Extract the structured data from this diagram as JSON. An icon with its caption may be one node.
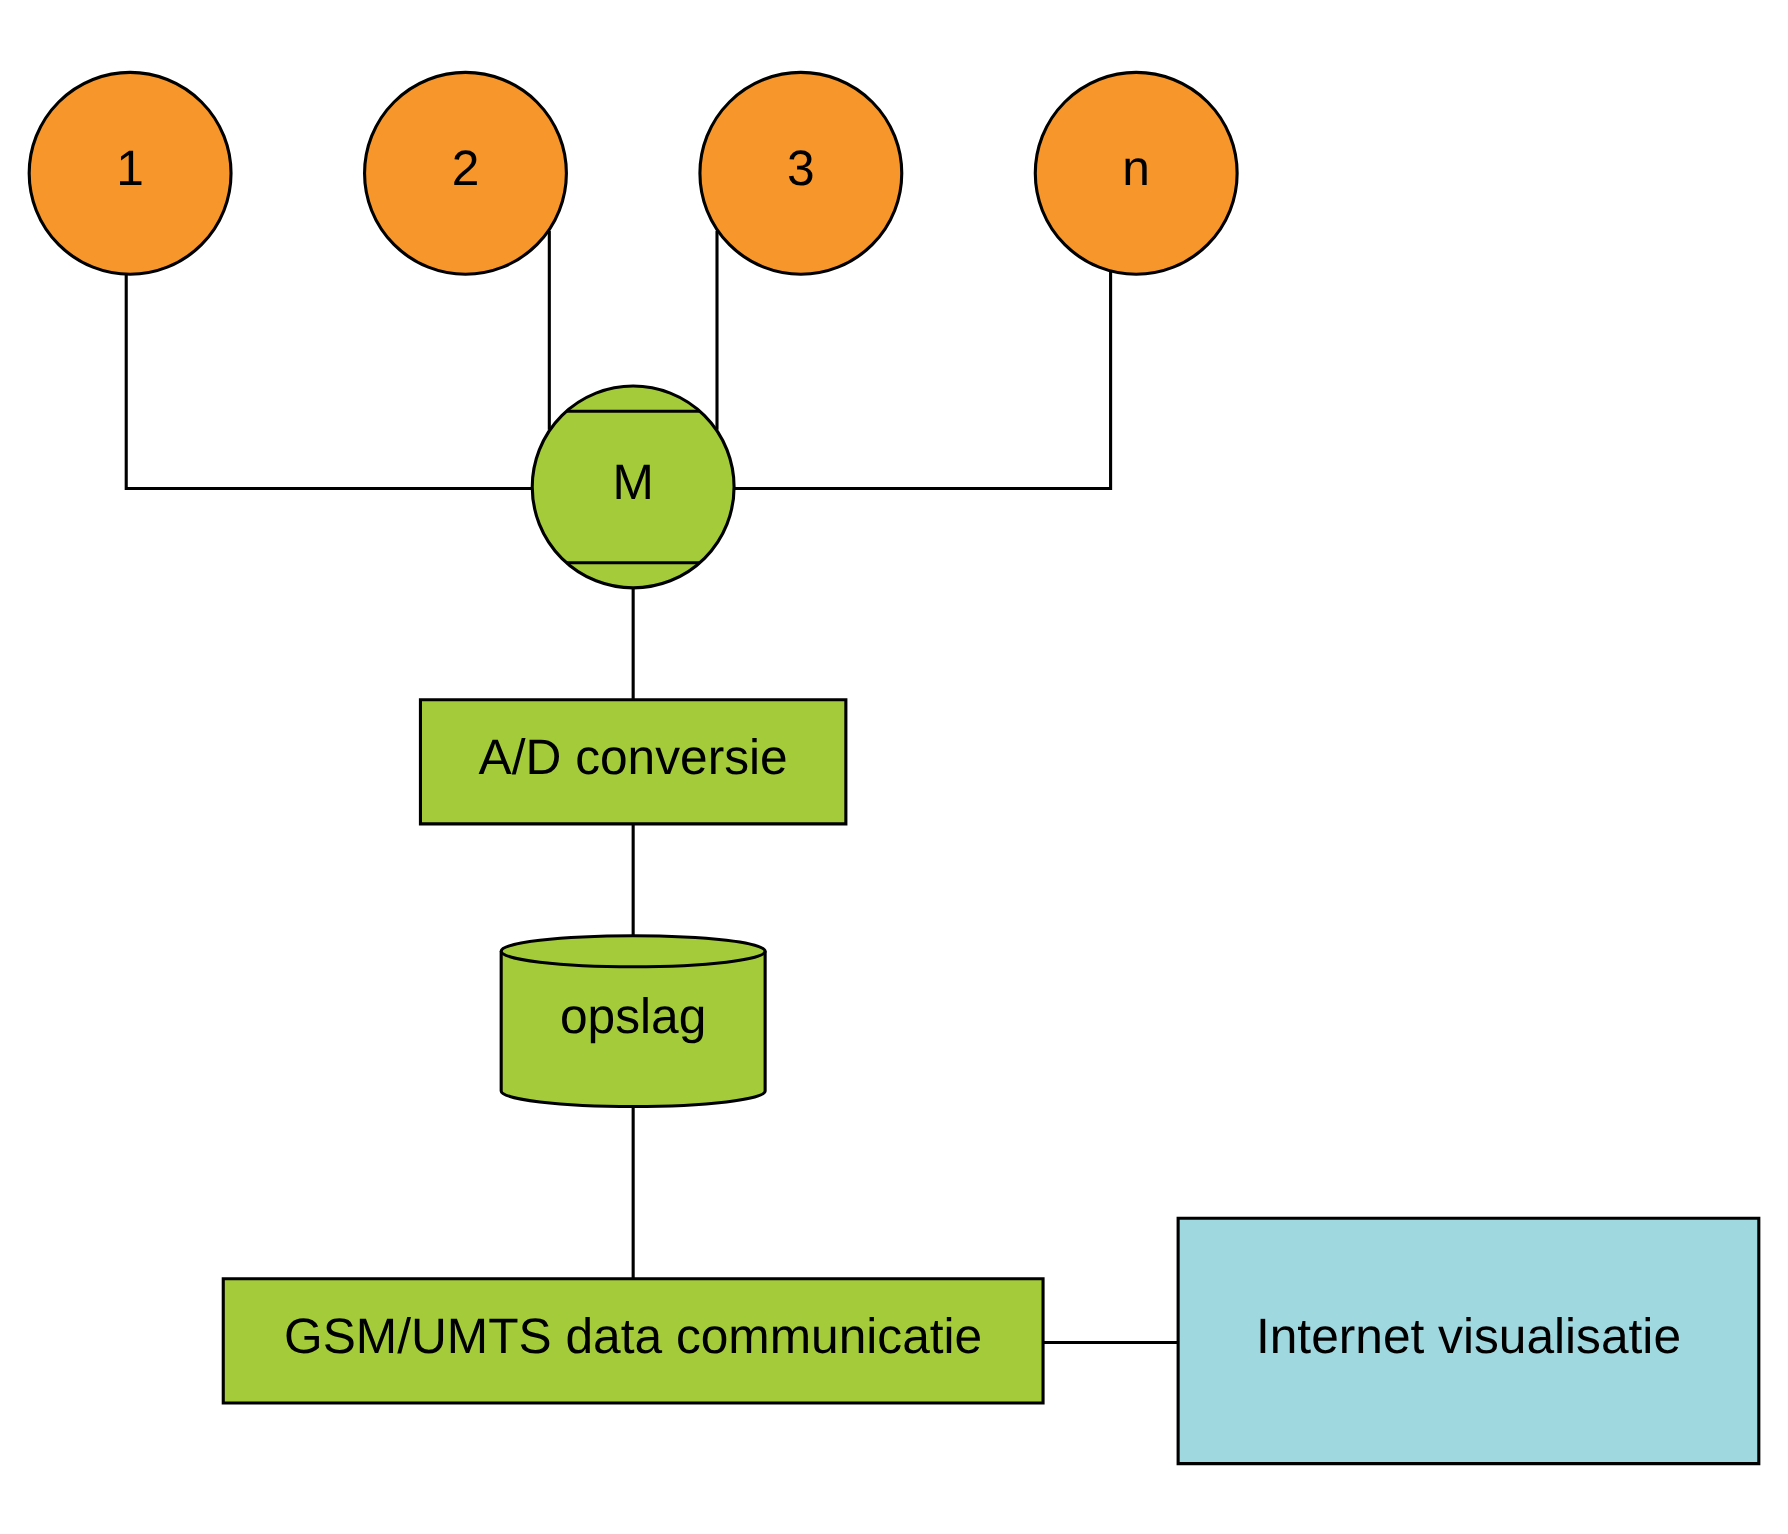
{
  "diagram": {
    "nodes": [
      {
        "text": [
          "1"
        ]
      },
      {
        "text": [
          "2"
        ]
      },
      {
        "text": [
          "3"
        ]
      },
      {
        "text": [
          "n"
        ]
      },
      {
        "text": [
          "M"
        ]
      },
      {
        "text": [
          "A/D conversie"
        ]
      },
      {
        "text": [
          "opslag"
        ]
      },
      {
        "text": [
          "GSM/UMTS data communicatie"
        ]
      },
      {
        "text": [
          "Internet visualisatie"
        ]
      }
    ],
    "edges": [
      {
        "from": 0,
        "to": 4,
        "arrow": "none"
      },
      {
        "from": 1,
        "to": 4,
        "arrow": "none"
      },
      {
        "from": 2,
        "to": 4,
        "arrow": "none"
      },
      {
        "from": 3,
        "to": 4,
        "arrow": "none"
      },
      {
        "from": 4,
        "to": 5,
        "arrow": "none"
      },
      {
        "from": 5,
        "to": 6,
        "arrow": "none"
      },
      {
        "from": 6,
        "to": 7,
        "arrow": "none"
      },
      {
        "from": 7,
        "to": 8,
        "arrow": "none"
      }
    ]
  }
}
